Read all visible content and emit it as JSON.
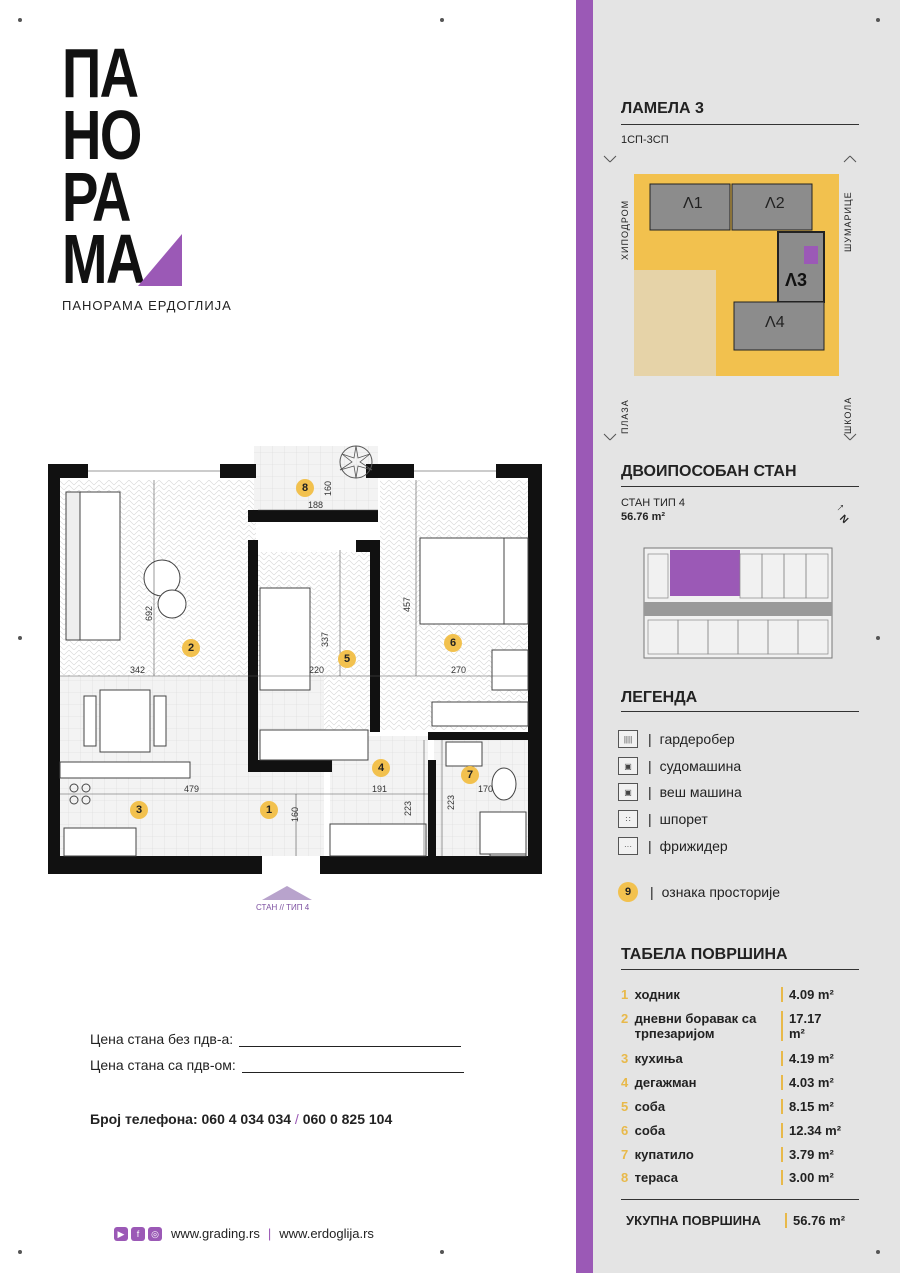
{
  "logo": {
    "rows": [
      "ПА",
      "НО",
      "РА",
      "МА"
    ],
    "subtitle": "ПАНОРАМА ЕРДОГЛИЈА"
  },
  "plan": {
    "rooms": [
      "1",
      "2",
      "3",
      "4",
      "5",
      "6",
      "7",
      "8"
    ],
    "dims": {
      "d188": "188",
      "d160a": "160",
      "d692": "692",
      "d342": "342",
      "d337": "337",
      "d220": "220",
      "d457": "457",
      "d270": "270",
      "d479": "479",
      "d191": "191",
      "d170": "170",
      "d160b": "160",
      "d223a": "223",
      "d223b": "223"
    },
    "caption": "СТАН // ТИП 4"
  },
  "pricing": {
    "without_vat": "Цена стана без пдв-а:",
    "with_vat": "Цена стана са пдв-ом:"
  },
  "contact": {
    "label": "Број телефона:",
    "phone1": "060 4 034 034",
    "separator": "/",
    "phone2": "060 0 825 104"
  },
  "footer": {
    "site1": "www.grading.rs",
    "separator": "|",
    "site2": "www.erdoglija.rs"
  },
  "lamela": {
    "title": "ЛАМЕЛА 3",
    "floors": "1СП-3СП",
    "sides": {
      "left_top": "ХИПОДРОМ",
      "right_top": "ШУМАРИЦЕ",
      "left_bottom": "ПЛАЗА",
      "right_bottom": "ШКОЛА"
    },
    "blocks": [
      "Λ1",
      "Λ2",
      "Λ3",
      "Λ4"
    ]
  },
  "apartment": {
    "title": "ДВОИПОСОБАН СТАН",
    "type": "СТАН ТИП 4",
    "area": "56.76 m²",
    "north": "N"
  },
  "legend": {
    "title": "ЛЕГЕНДА",
    "items": [
      {
        "icon": "wardrobe-icon",
        "glyph": "||||",
        "label": "гардеробер"
      },
      {
        "icon": "dishwasher-icon",
        "glyph": "▣",
        "label": "судомашина"
      },
      {
        "icon": "washing-machine-icon",
        "glyph": "▣",
        "label": "веш машина"
      },
      {
        "icon": "stove-icon",
        "glyph": "∷",
        "label": "шпорет"
      },
      {
        "icon": "fridge-icon",
        "glyph": "···",
        "label": "фрижидер"
      }
    ],
    "room_marker": {
      "number": "9",
      "label": "ознака просторије"
    }
  },
  "areas": {
    "title": "ТАБЕЛА ПОВРШИНА",
    "rows": [
      {
        "num": "1",
        "name": "ходник",
        "area": "4.09 m²"
      },
      {
        "num": "2",
        "name": "дневни боравак са трпезаријом",
        "area": "17.17 m²"
      },
      {
        "num": "3",
        "name": "кухиња",
        "area": "4.19 m²"
      },
      {
        "num": "4",
        "name": "дегажман",
        "area": "4.03 m²"
      },
      {
        "num": "5",
        "name": "соба",
        "area": "8.15 m²"
      },
      {
        "num": "6",
        "name": "соба",
        "area": "12.34 m²"
      },
      {
        "num": "7",
        "name": "купатило",
        "area": "3.79 m²"
      },
      {
        "num": "8",
        "name": "тераса",
        "area": "3.00 m²"
      }
    ],
    "total_label": "УКУПНА ПОВРШИНА",
    "total_value": "56.76 m²"
  },
  "colors": {
    "accent": "#9b59b6",
    "yellow": "#f2c14e",
    "panel": "#e4e4e4"
  }
}
